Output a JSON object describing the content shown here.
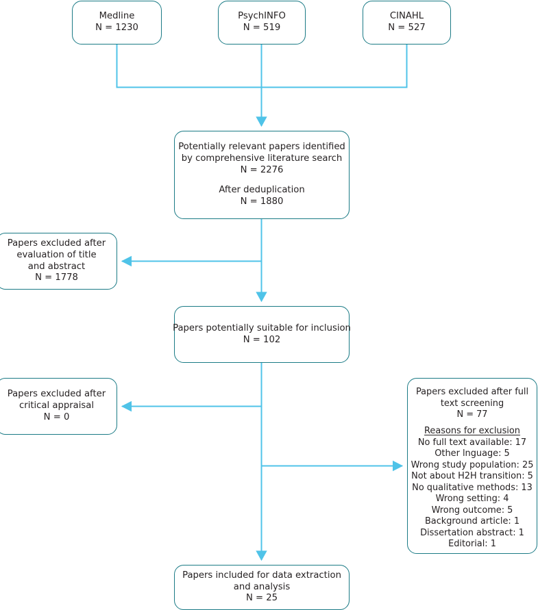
{
  "colors": {
    "box_border": "#1a7a85",
    "connector": "#4fc3e8",
    "text": "#231f20",
    "background": "#ffffff"
  },
  "nodes": {
    "medline": {
      "title": "Medline",
      "count": "N = 1230"
    },
    "psychinfo": {
      "title": "PsychINFO",
      "count": "N = 519"
    },
    "cinahl": {
      "title": "CINAHL",
      "count": "N = 527"
    },
    "identified": {
      "line1": "Potentially relevant papers identified",
      "line2": "by comprehensive literature search",
      "count1": "N = 2276",
      "line3": "After deduplication",
      "count2": "N = 1880"
    },
    "excluded_title_abstract": {
      "line1": "Papers excluded after",
      "line2": "evaluation of title",
      "line3": "and abstract",
      "count": "N = 1778"
    },
    "suitable": {
      "line1": "Papers potentially suitable for inclusion",
      "count": "N = 102"
    },
    "excluded_appraisal": {
      "line1": "Papers excluded after",
      "line2": "critical appraisal",
      "count": "N = 0"
    },
    "excluded_fulltext": {
      "line1": "Papers excluded after full",
      "line2": "text screening",
      "count": "N = 77",
      "reasons_heading": "Reasons for exclusion",
      "reasons": [
        "No full text available: 17",
        "Other lnguage: 5",
        "Wrong study population: 25",
        "Not about H2H transition: 5",
        "No qualitative methods: 13",
        "Wrong setting: 4",
        "Wrong outcome: 5",
        "Background article: 1",
        "Dissertation abstract: 1",
        "Editorial: 1"
      ]
    },
    "included": {
      "line1": "Papers included for data extraction",
      "line2": "and analysis",
      "count": "N = 25"
    }
  }
}
